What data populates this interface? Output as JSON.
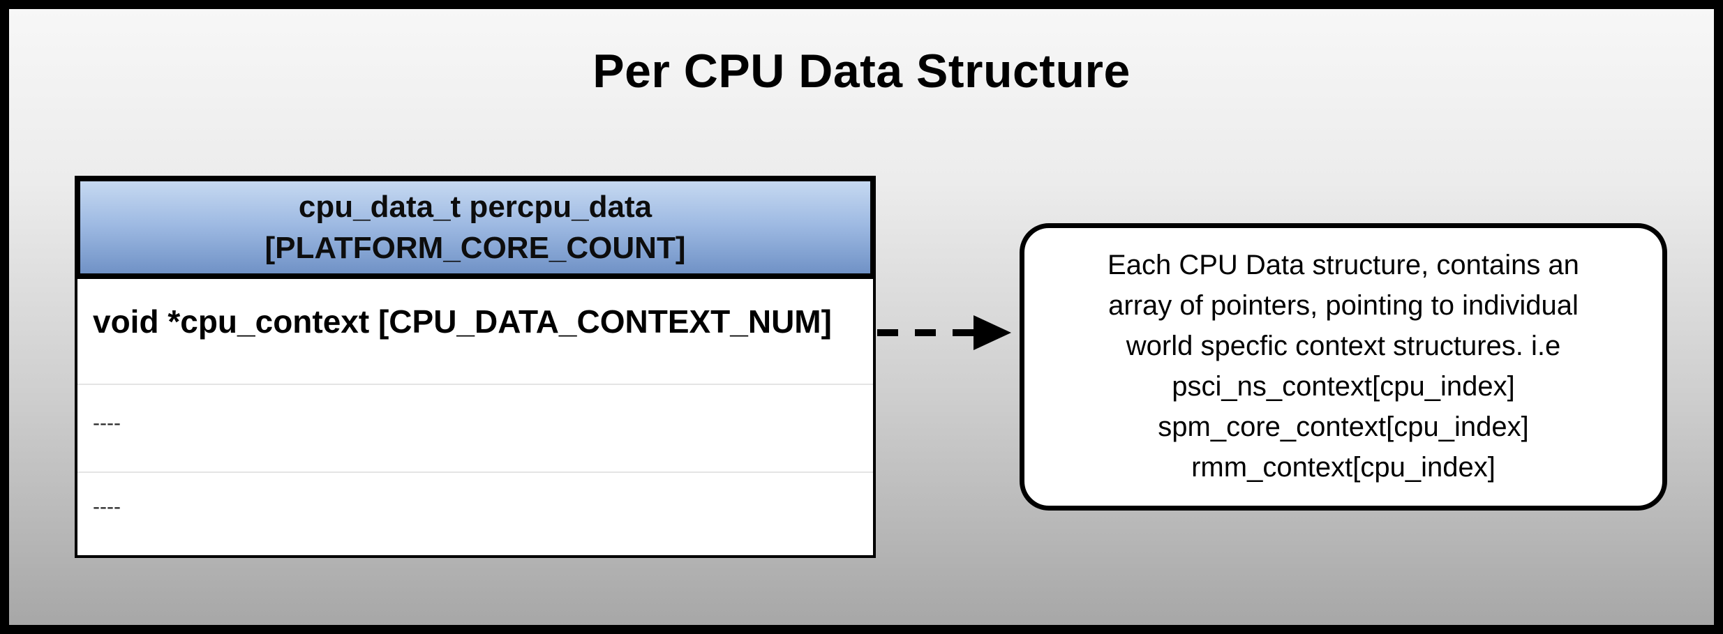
{
  "title": "Per CPU Data Structure",
  "struct_table": {
    "header": {
      "line1": "cpu_data_t percpu_data",
      "line2": "[PLATFORM_CORE_COUNT]"
    },
    "rows": [
      "void *cpu_context [CPU_DATA_CONTEXT_NUM]",
      "----",
      "----"
    ]
  },
  "callout": {
    "lines": [
      "Each CPU Data structure, contains an",
      "array of pointers, pointing to individual",
      "world specfic context structures. i.e",
      "psci_ns_context[cpu_index]",
      "spm_core_context[cpu_index]",
      "rmm_context[cpu_index]"
    ]
  },
  "colors": {
    "frame_border": "#000000",
    "background_top": "#f7f7f7",
    "background_bottom": "#a7a7a7",
    "header_gradient_top": "#c6d9f1",
    "header_gradient_bottom": "#7092c6",
    "table_background": "#ffffff",
    "callout_background": "#ffffff"
  }
}
